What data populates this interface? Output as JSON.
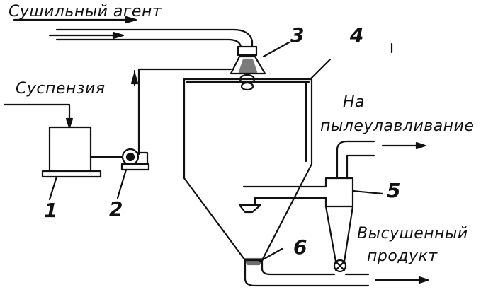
{
  "labels": {
    "drying_agent": "Сушильный агент",
    "suspension": "Суспензия",
    "dust_collection_line1": "На",
    "dust_collection_line2": "пылеулавливание",
    "dried_product_line1": "Высушенный",
    "dried_product_line2": "продукт"
  },
  "numbers": {
    "n1": "1",
    "n2": "2",
    "n3": "3",
    "n4": "4",
    "n5": "5",
    "n6": "6"
  },
  "colors": {
    "ink": "#111111",
    "paper": "#ffffff"
  }
}
